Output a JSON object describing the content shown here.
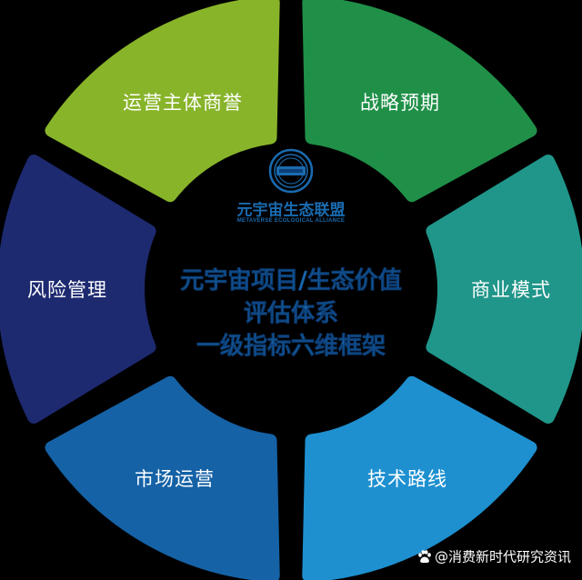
{
  "diagram": {
    "type": "six-segment ring framework",
    "segments": [
      {
        "label": "运营主体商誉",
        "color": "#88b42a",
        "position": "top-left"
      },
      {
        "label": "战略预期",
        "color": "#209048",
        "position": "top-right"
      },
      {
        "label": "商业模式",
        "color": "#20968a",
        "position": "right"
      },
      {
        "label": "技术路线",
        "color": "#1e90d0",
        "position": "bottom-right"
      },
      {
        "label": "市场运营",
        "color": "#1562a6",
        "position": "bottom-left"
      },
      {
        "label": "风险管理",
        "color": "#1d2a70",
        "position": "left"
      }
    ],
    "center": {
      "title_lines": [
        "元宇宙项目/生态价值",
        "评估体系",
        "一级指标六维框架"
      ],
      "title_color": "#1a6bb0"
    },
    "logo": {
      "icon": "alliance-seal-icon",
      "name": "元宇宙生态联盟",
      "subtitle": "METAVERSE ECOLOGICAL ALLIANCE"
    }
  },
  "watermark": {
    "icon": "paw-icon",
    "text": "@消费新时代研究资讯"
  },
  "colors": {
    "background": "#000000",
    "text_on_segment": "#ffffff"
  }
}
